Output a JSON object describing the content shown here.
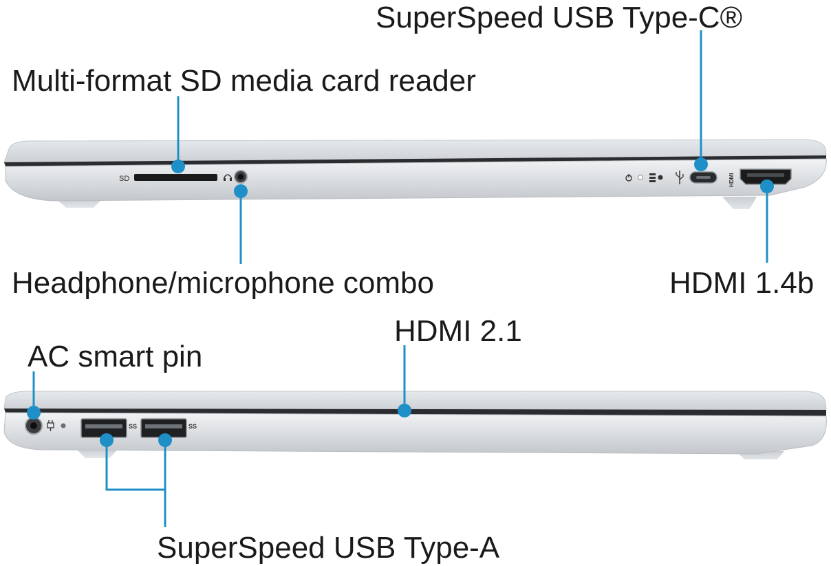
{
  "labels": {
    "usb_c": "SuperSpeed USB Type-C®",
    "sd_reader": "Multi-format SD media card reader",
    "headphone": "Headphone/microphone combo",
    "hdmi_14b": "HDMI 1.4b",
    "hdmi_21": "HDMI 2.1",
    "ac_pin": "AC smart pin",
    "usb_a": "SuperSpeed USB Type-A"
  },
  "port_marks": {
    "sd": "SD",
    "hdmi": "HDMI"
  },
  "colors": {
    "callout": "#1e8fc7",
    "chassis": "#cfd3d7",
    "chassis_light": "#e9ecef",
    "lid_gap": "#2a2c2f",
    "port": "#1b1b1b",
    "text": "#1a1a1a"
  },
  "icons": [
    "power-icon",
    "battery-led-icon",
    "usb-trident-icon",
    "headphone-icon",
    "ac-plug-icon",
    "ss-usb-icon"
  ]
}
